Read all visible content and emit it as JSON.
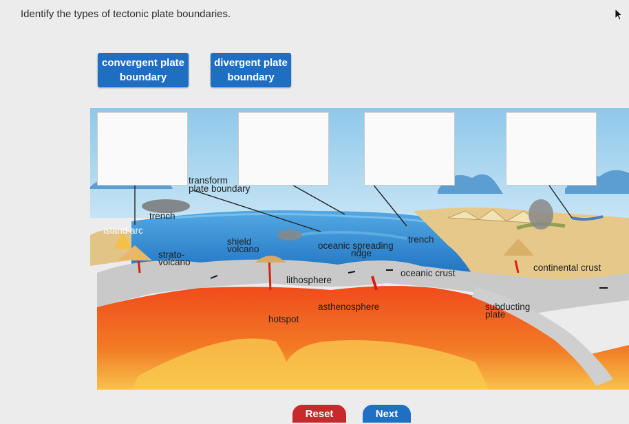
{
  "question": {
    "prompt": "Identify the types of tectonic plate boundaries."
  },
  "answer_chips": [
    {
      "line1": "convergent plate",
      "line2": "boundary"
    },
    {
      "line1": "divergent plate",
      "line2": "boundary"
    }
  ],
  "diagram": {
    "labels": {
      "transform_1": "transform",
      "transform_2": "plate boundary",
      "trench_left": "trench",
      "island_arc": "island arc",
      "shield_1": "shield",
      "shield_2": "volcano",
      "strato_1": "strato-",
      "strato_2": "volcano",
      "spreading_1": "oceanic spreading",
      "spreading_2": "ridge",
      "trench_right": "trench",
      "oceanic_crust": "oceanic crust",
      "continental_crust": "continental crust",
      "lithosphere": "lithosphere",
      "asthenosphere": "asthenosphere",
      "hotspot": "hotspot",
      "subducting_1": "subducting",
      "subducting_2": "plate"
    },
    "colors": {
      "sky": "#a8d4ef",
      "ocean": "#3b8fd6",
      "crust": "#c9c9c9",
      "mantle": "#ef5a23",
      "core_glow": "#f7b03a",
      "land": "#e6c98a"
    }
  },
  "buttons": {
    "reset": "Reset",
    "next": "Next"
  }
}
